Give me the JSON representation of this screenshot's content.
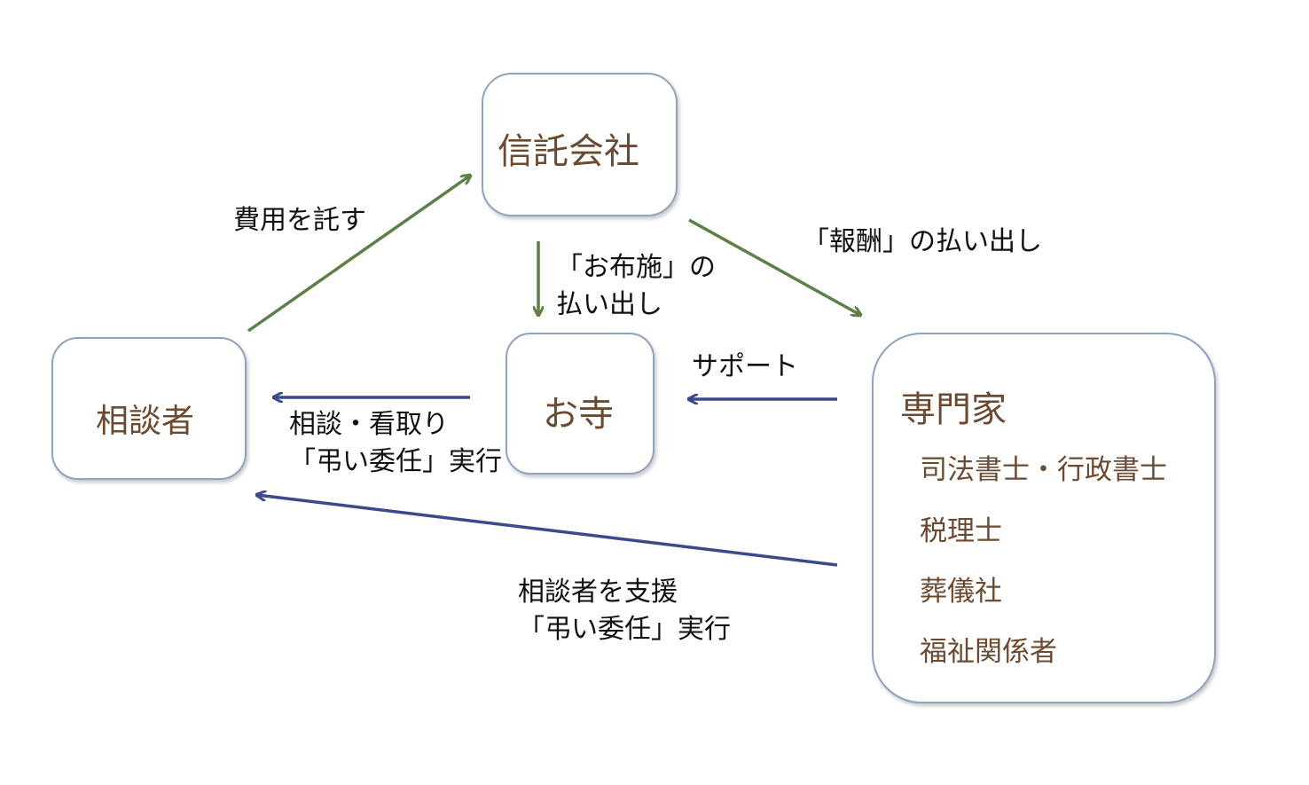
{
  "nodes": {
    "trust_company": {
      "label": "信託会社"
    },
    "client": {
      "label": "相談者"
    },
    "temple": {
      "label": "お寺"
    },
    "expert": {
      "label": "専門家",
      "items": [
        "司法書士・行政書士",
        "税理士",
        "葬儀社",
        "福祉関係者"
      ]
    }
  },
  "edges": {
    "client_to_trust": {
      "label": "費用を託す"
    },
    "trust_to_temple": {
      "lines": [
        "「お布施」の",
        "払い出し"
      ]
    },
    "trust_to_expert": {
      "label": "「報酬」の払い出し"
    },
    "expert_to_temple": {
      "label": "サポート"
    },
    "temple_to_client": {
      "lines": [
        "相談・看取り",
        "「弔い委任」実行"
      ]
    },
    "expert_to_client": {
      "lines": [
        "相談者を支援",
        "「弔い委任」実行"
      ]
    }
  },
  "colors": {
    "green_arrow": "#5c8046",
    "blue_arrow": "#3b4a8c",
    "box_border": "#8fa3bf",
    "box_text": "#6b4a31"
  }
}
